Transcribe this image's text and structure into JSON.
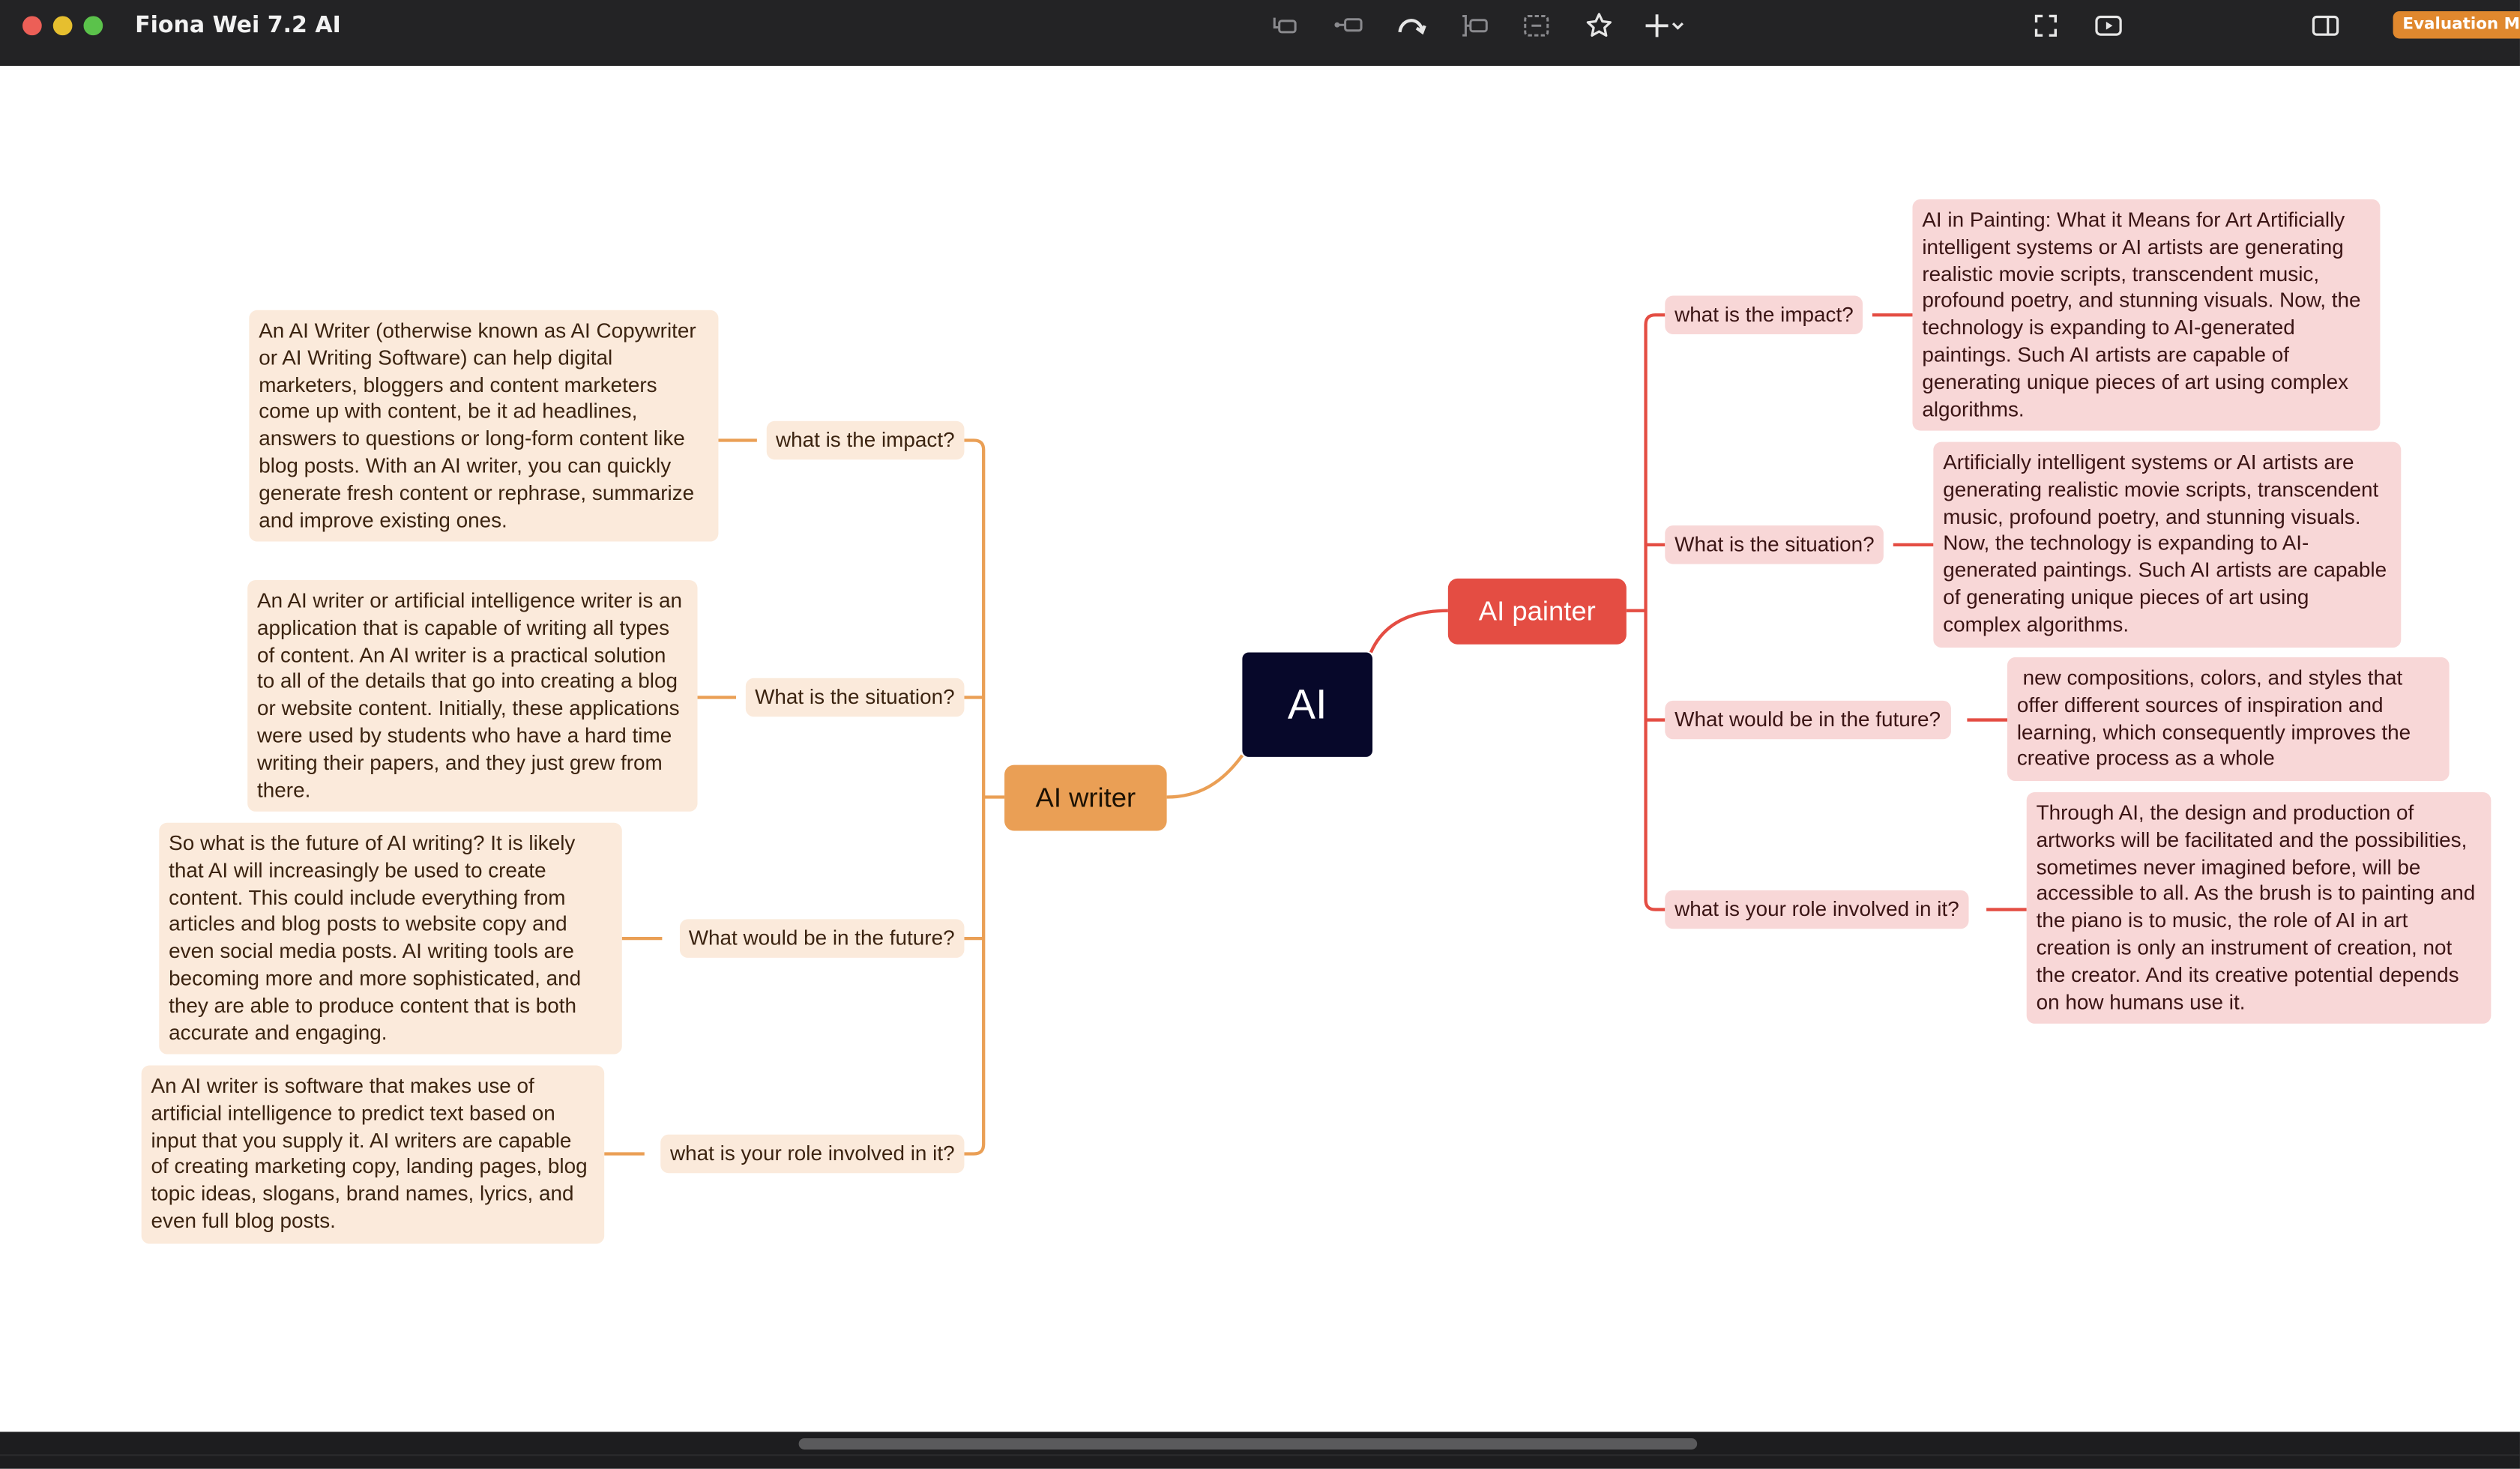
{
  "window": {
    "title": "Fiona Wei 7.2 AI",
    "badge": "Evaluation Mo"
  },
  "toolbar": {
    "icons": [
      "insert-topic-before-icon",
      "insert-subtopic-icon",
      "relationship-icon",
      "boundary-icon",
      "summary-icon",
      "marker-icon",
      "add-icon",
      "dropdown-chevron-icon",
      "fullscreen-icon",
      "pitch-play-icon",
      "format-panel-icon"
    ]
  },
  "colors": {
    "root": "#07082a",
    "writer_branch": "#ea9f55",
    "painter_branch": "#e44d43",
    "writer_bg": "#fbeadb",
    "painter_bg": "#f8d7d7"
  },
  "mindmap": {
    "root": "AI",
    "writer": {
      "label": "AI writer",
      "items": [
        {
          "question": "what is the impact?",
          "detail": "An AI Writer (otherwise known as AI Copywriter or AI Writing Software) can help digital marketers, bloggers and content marketers come up with content, be it ad headlines, answers to questions or long-form content like blog posts. With an AI writer, you can quickly generate fresh content or rephrase, summarize and improve existing ones."
        },
        {
          "question": "What is the situation?",
          "detail": "An AI writer or artificial intelligence writer is an application that is capable of writing all types of content. An AI writer is a practical solution to all of the details that go into creating a blog or website content. Initially, these applications were used by students who have a hard time writing their papers, and they just grew from there."
        },
        {
          "question": "What would be in the future?",
          "detail": "So what is the future of AI writing? It is likely that AI will increasingly be used to create content. This could include everything from articles and blog posts to website copy and even social media posts. AI writing tools are becoming more and more sophisticated, and they are able to produce content that is both accurate and engaging."
        },
        {
          "question": "what is your role involved in it?",
          "detail": "An AI writer is software that makes use of artificial intelligence to predict text based on input that you supply it. AI writers are capable of creating marketing copy, landing pages, blog topic ideas, slogans, brand names, lyrics, and even full blog posts."
        }
      ]
    },
    "painter": {
      "label": "AI painter",
      "items": [
        {
          "question": "what is the impact?",
          "detail": "AI in Painting: What it Means for Art Artificially intelligent systems or AI artists are generating realistic movie scripts, transcendent music, profound poetry, and stunning visuals. Now, the technology is expanding to AI-generated paintings. Such AI artists are capable of generating unique pieces of art using complex algorithms."
        },
        {
          "question": "What is the situation?",
          "detail": "Artificially intelligent systems or AI artists are generating realistic movie scripts, transcendent music, profound poetry, and stunning visuals. Now, the technology is expanding to AI-generated paintings. Such AI artists are capable of generating unique pieces of art using complex algorithms."
        },
        {
          "question": "What would be in the future?",
          "detail": " new compositions, colors, and styles that offer different sources of inspiration and learning, which consequently improves the creative process as a whole"
        },
        {
          "question": "what is your role involved in it?",
          "detail": "Through AI, the design and production of artworks will be facilitated and the possibilities, sometimes never imagined before, will be accessible to all. As the brush is to painting and the piano is to music, the role of AI in art creation is only an instrument of creation, not the creator. And its creative potential depends on how humans use it."
        }
      ]
    }
  }
}
